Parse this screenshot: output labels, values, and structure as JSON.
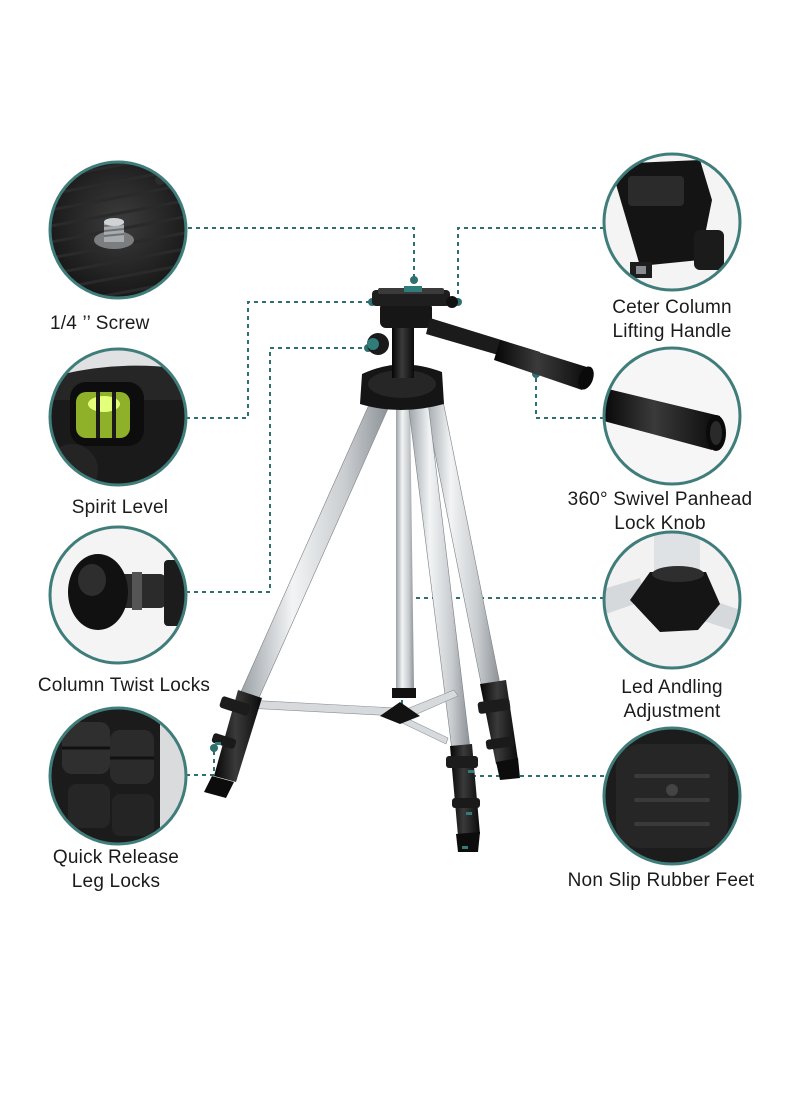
{
  "colors": {
    "accent": "#2f6f6e",
    "ring": "#3f7d7b",
    "metal": "#cfd3d6",
    "black": "#151515",
    "bubble": "#b7e63a"
  },
  "callouts": {
    "screw": {
      "lines": [
        "1/4 ’’ Screw"
      ],
      "icon": "screw-mount-plate"
    },
    "spirit_level": {
      "lines": [
        "Spirit Level"
      ],
      "icon": "bubble-level"
    },
    "column_twist": {
      "lines": [
        "Column Twist Locks"
      ],
      "icon": "twist-lock-knob"
    },
    "quick_release": {
      "lines": [
        "Quick Release",
        "Leg Locks"
      ],
      "icon": "flip-leg-lock"
    },
    "lifting_handle": {
      "lines": [
        "Ceter Column",
        "Lifting Handle"
      ],
      "icon": "crank-handle"
    },
    "swivel_panhead": {
      "lines": [
        "360° Swivel Panhead",
        "Lock Knob"
      ],
      "icon": "pan-handle-grip"
    },
    "leg_adjustment": {
      "lines": [
        "Led Andling",
        "Adjustment"
      ],
      "icon": "leg-spreader-joint"
    },
    "rubber_feet": {
      "lines": [
        "Non Slip Rubber Feet"
      ],
      "icon": "rubber-foot"
    }
  }
}
